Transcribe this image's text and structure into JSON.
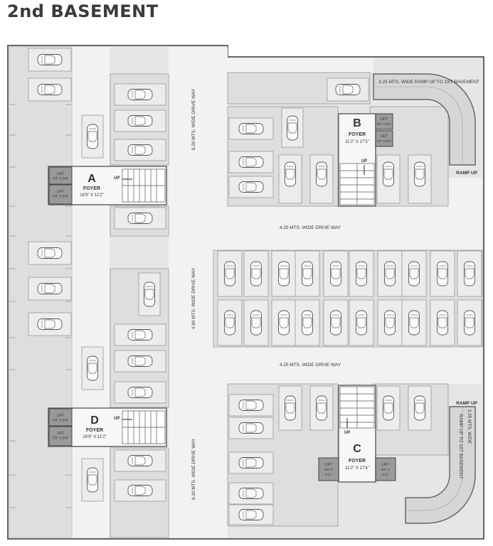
{
  "title": "2nd BASEMENT",
  "colors": {
    "floor": "#e4e4e4",
    "drive": "#f1f1f1",
    "wall": "#666666",
    "stall": "#ebebeb",
    "lift": "#9a9a9a",
    "text": "#333333"
  },
  "drive_labels": {
    "left_upper": "6.20 MTS. WIDE DRIVE WAY",
    "left_middle": "4.90 MTS. WIDE DRIVE WAY",
    "left_lower": "6.20 MTS. WIDE DRIVE WAY",
    "center_upper": "4.25 MTS. WIDE DRIVE WAY",
    "center_lower": "4.25 MTS. WIDE DRIVE WAY"
  },
  "ramps": {
    "top_label": "3.25 MTS. WIDE RAMP UP TO 1ST BASEMENT",
    "top_ramp_up": "RAMP UP",
    "bottom_ramp_up": "RAMP UP",
    "bottom_label_1": "3.25 MTS. WIDE",
    "bottom_label_2": "RAMP UP TO 1ST BASEMENT"
  },
  "cores": {
    "A": {
      "letter": "A",
      "foyer": "FOYER",
      "size": "16'9\" X 11'2\"",
      "lift1": "LIFT",
      "lift1_size": "7'0\" X 5'4\"",
      "lift2": "LIFT",
      "lift2_size": "7'0\" X 5'4\"",
      "up": "UP"
    },
    "B": {
      "letter": "B",
      "foyer": "FOYER",
      "size": "11'2\" X 17'3\"",
      "lift1": "LIFT",
      "lift1_size": "6'0\" X 5'2\"",
      "lift2": "LIFT",
      "lift2_size": "6'0\" X 5'2\"",
      "up": "UP"
    },
    "C": {
      "letter": "C",
      "foyer": "FOYER",
      "size": "11'2\" X 17'4\"",
      "lift1": "LIFT",
      "lift1_size": "6'0\" X",
      "lift1_size2": "6'11\"",
      "lift2": "LIFT",
      "lift2_size": "6'0\" X",
      "lift2_size2": "6'11\"",
      "up": "UP"
    },
    "D": {
      "letter": "D",
      "foyer": "FOYER",
      "size": "16'9\" X 11'2\"",
      "lift1": "LIFT",
      "lift1_size": "7'0\" X 5'4\"",
      "lift2": "LIFT",
      "lift2_size": "7'0\" X 5'4\"",
      "up": "UP"
    }
  },
  "icons": {
    "car": "car-icon",
    "stair": "staircase-icon",
    "lift": "lift-icon",
    "arrow": "up-arrow-icon"
  }
}
